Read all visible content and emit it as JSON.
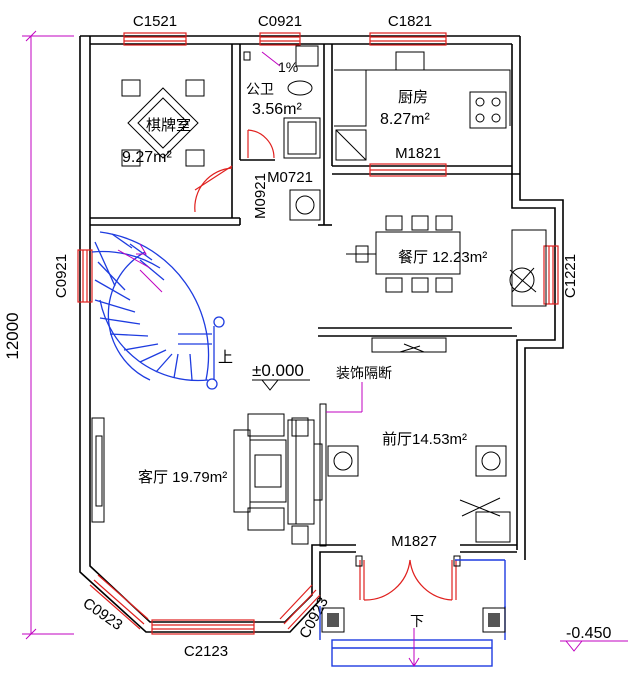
{
  "dimension": {
    "total": "12000"
  },
  "windows": {
    "top_left": "C1521",
    "top_mid": "C0921",
    "top_right": "C1821",
    "left": "C0921",
    "right": "C1221",
    "bottom_left_angle": "C0923",
    "bottom": "C2123",
    "bottom_right_angle": "C0923"
  },
  "doors": {
    "kitchen": "M1821",
    "bath_side": "M0921",
    "bath_front": "M0721",
    "entrance": "M1827"
  },
  "rooms": {
    "chess_room": {
      "name": "棋牌室",
      "area": "9.27m²"
    },
    "bathroom": {
      "name": "公卫",
      "area": "3.56m²",
      "slope": "1%"
    },
    "kitchen": {
      "name": "厨房",
      "area": "8.27m²"
    },
    "dining": {
      "label": "餐厅 12.23m²"
    },
    "living": {
      "label": "客厅 19.79m²"
    },
    "foyer": {
      "label": "前厅14.53m²"
    }
  },
  "annotations": {
    "floor_level": "±0.000",
    "outside_level": "-0.450",
    "partition": "装饰隔断",
    "stair_up": "上",
    "steps_down": "下"
  },
  "colors": {
    "walls": "#000000",
    "windows": "#e0201e",
    "dimension_line": "#c000c0",
    "stairs": "#1e3ce0"
  }
}
